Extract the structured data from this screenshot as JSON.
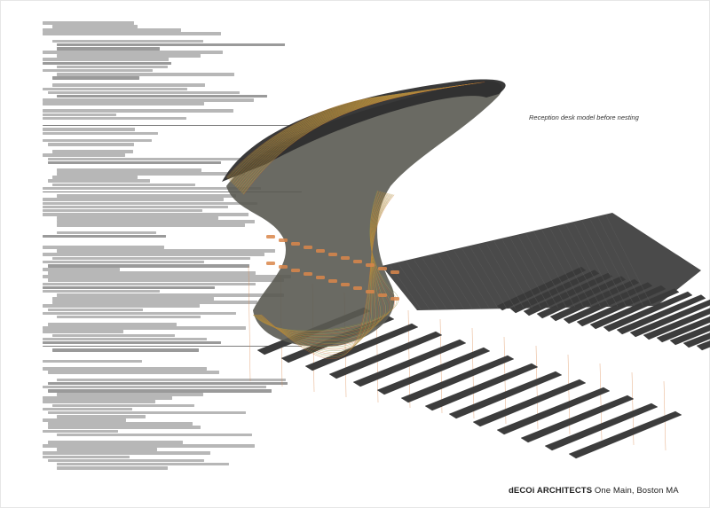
{
  "caption": "Reception desk model before nesting",
  "footer": {
    "firm": "dECOi ARCHITECTS",
    "project": "One Main, Boston MA"
  },
  "colors": {
    "sheet": "#ffffff",
    "shell_dark": "#3b3b3b",
    "shell_mid": "#5a5a52",
    "fin_fill": "#3c3c3c",
    "contour_orange": "#c8692a",
    "contour_green": "#7f8a42",
    "contour_gold": "#c8a84a",
    "strut_orange": "#d9864a",
    "code_text": "#b7b7b7"
  },
  "icons": [
    "code-listing-graphic",
    "desk-model-graphic"
  ]
}
